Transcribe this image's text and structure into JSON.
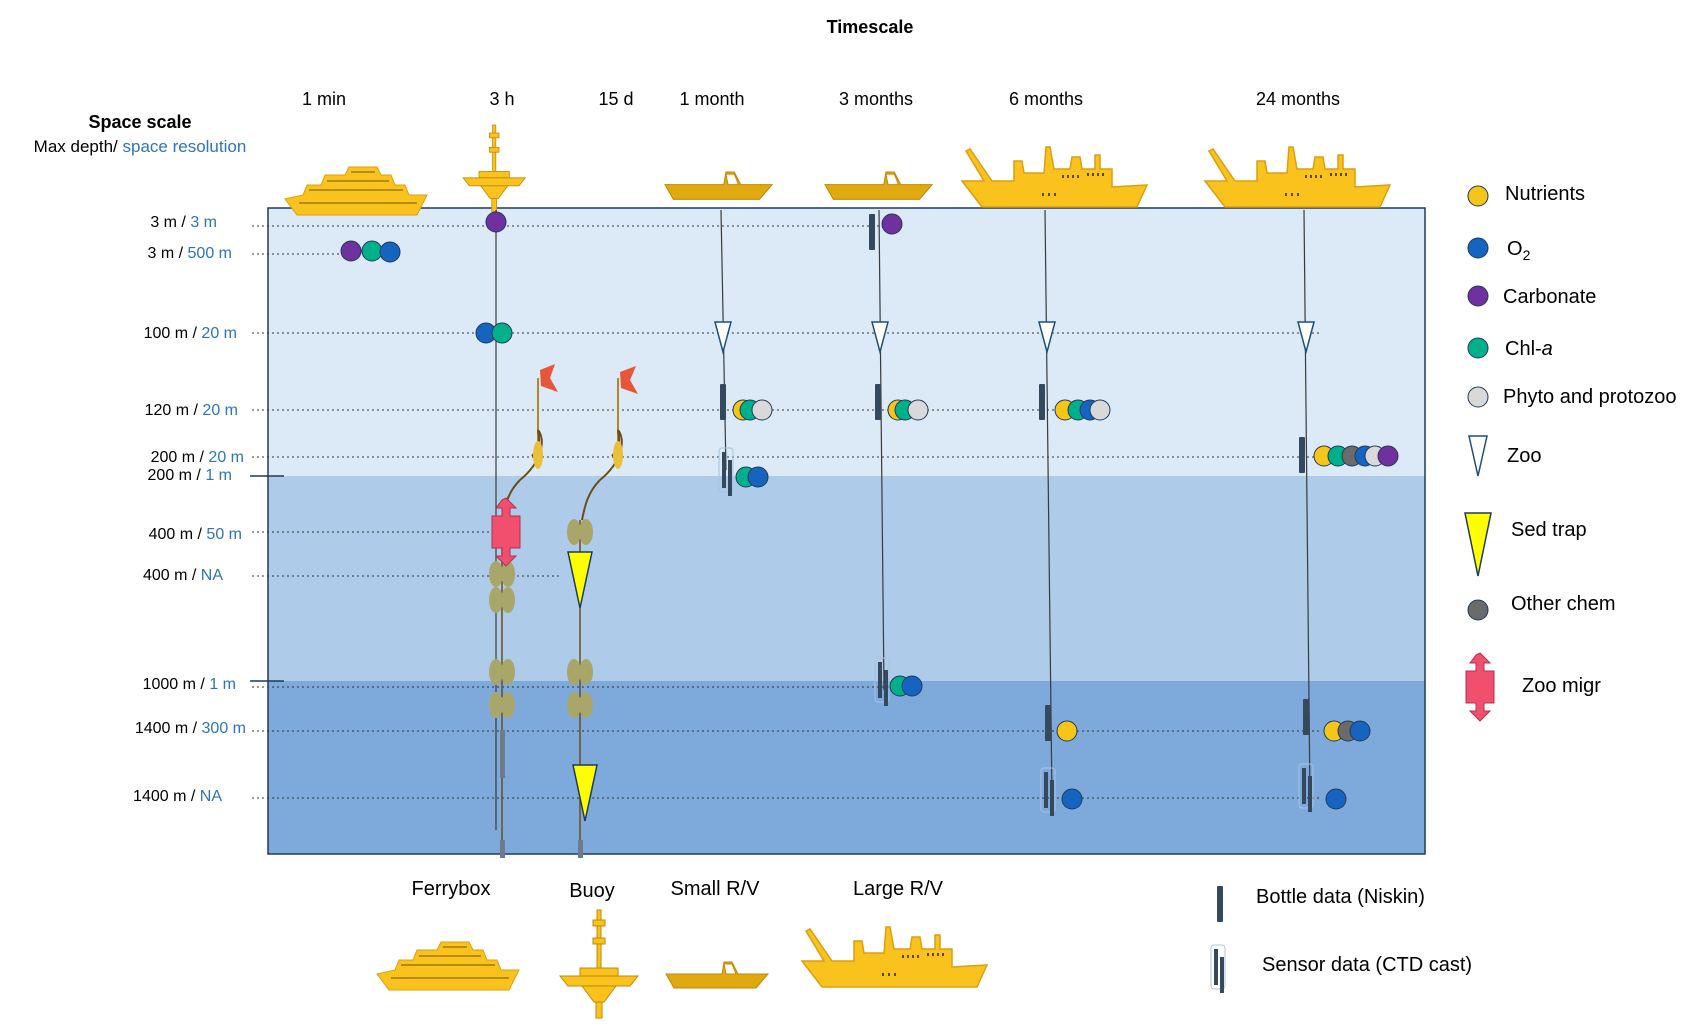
{
  "title": "Timescale",
  "space_title": "Space scale",
  "space_subtitle_a": "Max depth/ ",
  "space_subtitle_b": "space resolution",
  "timescales": [
    "1 min",
    "3 h",
    "15 d",
    "1 month",
    "3 months",
    "6 months",
    "24 months"
  ],
  "depth_rows": [
    {
      "depth": "3 m /",
      "res": "3 m"
    },
    {
      "depth": "3 m /",
      "res": "500 m"
    },
    {
      "depth": "100 m /",
      "res": "20 m"
    },
    {
      "depth": "120 m /",
      "res": "20 m"
    },
    {
      "depth": "200 m /",
      "res": "20 m"
    },
    {
      "depth": "200 m /",
      "res": "1 m"
    },
    {
      "depth": "400 m /",
      "res": "50 m"
    },
    {
      "depth": "400 m /",
      "res": "NA"
    },
    {
      "depth": "1000 m /",
      "res": "1 m"
    },
    {
      "depth": "1400 m /",
      "res": "300 m"
    },
    {
      "depth": "1400 m /",
      "res": "NA"
    }
  ],
  "legend": {
    "nutrients": "Nutrients",
    "o2": "O",
    "o2_sub": "2",
    "carbonate": "Carbonate",
    "chla": "Chl-",
    "chla_italic": "a",
    "phyto": "Phyto and protozoo",
    "zoo": "Zoo",
    "sedtrap": "Sed trap",
    "otherchem": "Other chem",
    "zoomigr": "Zoo migr"
  },
  "platforms": {
    "ferrybox": "Ferrybox",
    "buoy": "Buoy",
    "small_rv": "Small R/V",
    "large_rv": "Large R/V",
    "bottle": "Bottle data (Niskin)",
    "sensor": "Sensor data (CTD cast)"
  },
  "colors": {
    "nutrients": "#f5c518",
    "o2": "#1565c0",
    "carbonate": "#7030a0",
    "chla": "#00b08a",
    "phyto": "#d9d9d9",
    "otherchem": "#6b6b6b",
    "zoomigr": "#f0506e",
    "sedtrap": "#ffff00",
    "ship": "#f9c21c",
    "ship_dark": "#d9a012",
    "layer1": "#dce9f6",
    "layer2": "#aecbe9",
    "layer3": "#7ea9db",
    "blue_text": "#2e75b6",
    "bottle": "#34495e",
    "flag": "#e8563a",
    "float": "#a9a66a"
  }
}
